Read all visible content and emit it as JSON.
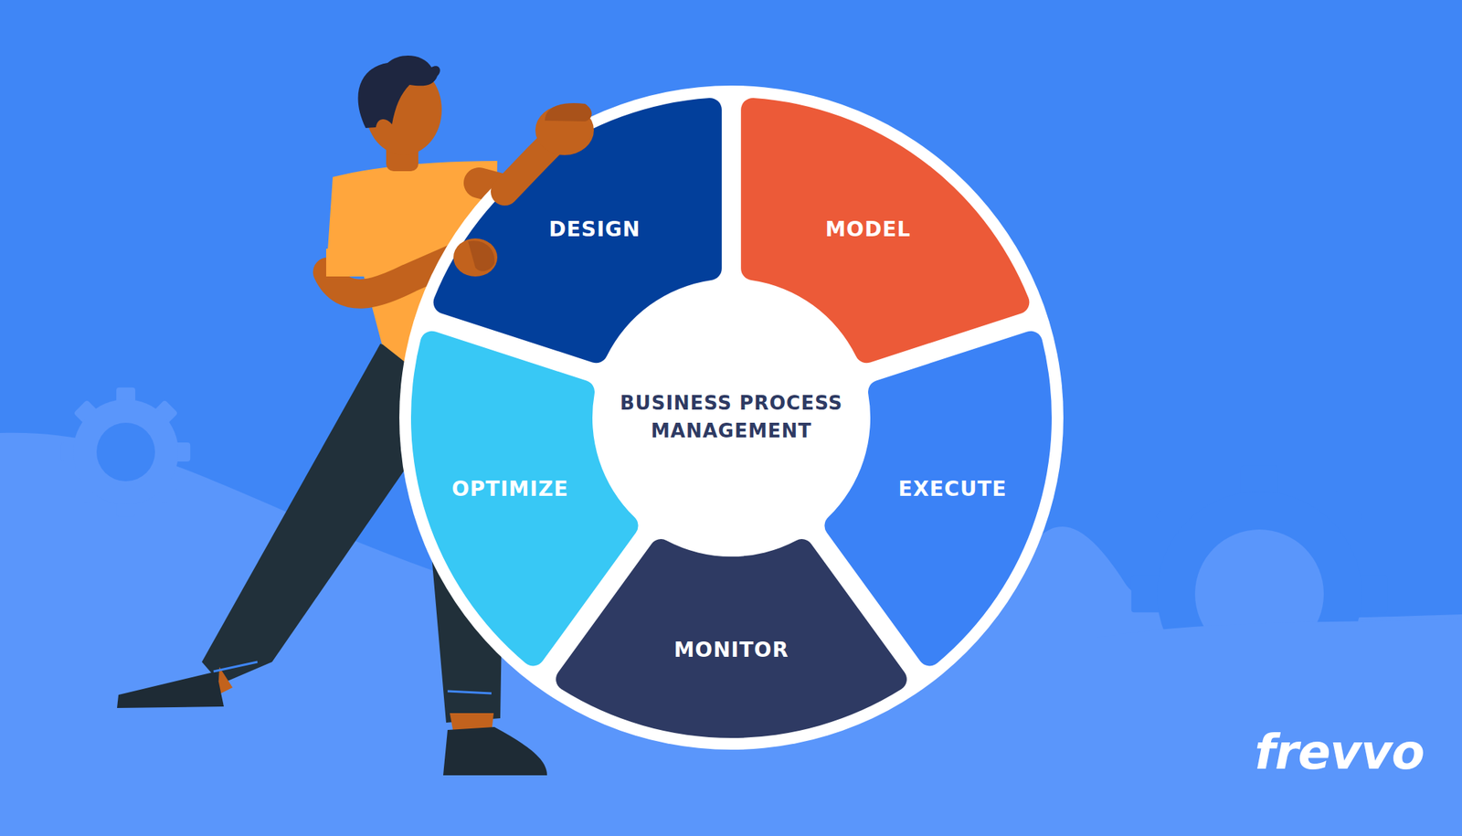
{
  "diagram": {
    "nodes": [
      {
        "text": [
          "BUSINESS PROCESS MANAGEMENT"
        ]
      },
      {
        "text": [
          "DESIGN"
        ]
      },
      {
        "text": [
          "MODEL"
        ]
      },
      {
        "text": [
          "EXECUTE"
        ]
      },
      {
        "text": [
          "MONITOR"
        ]
      },
      {
        "text": [
          "OPTIMIZE"
        ]
      }
    ],
    "labels": [
      "frevvo"
    ]
  }
}
